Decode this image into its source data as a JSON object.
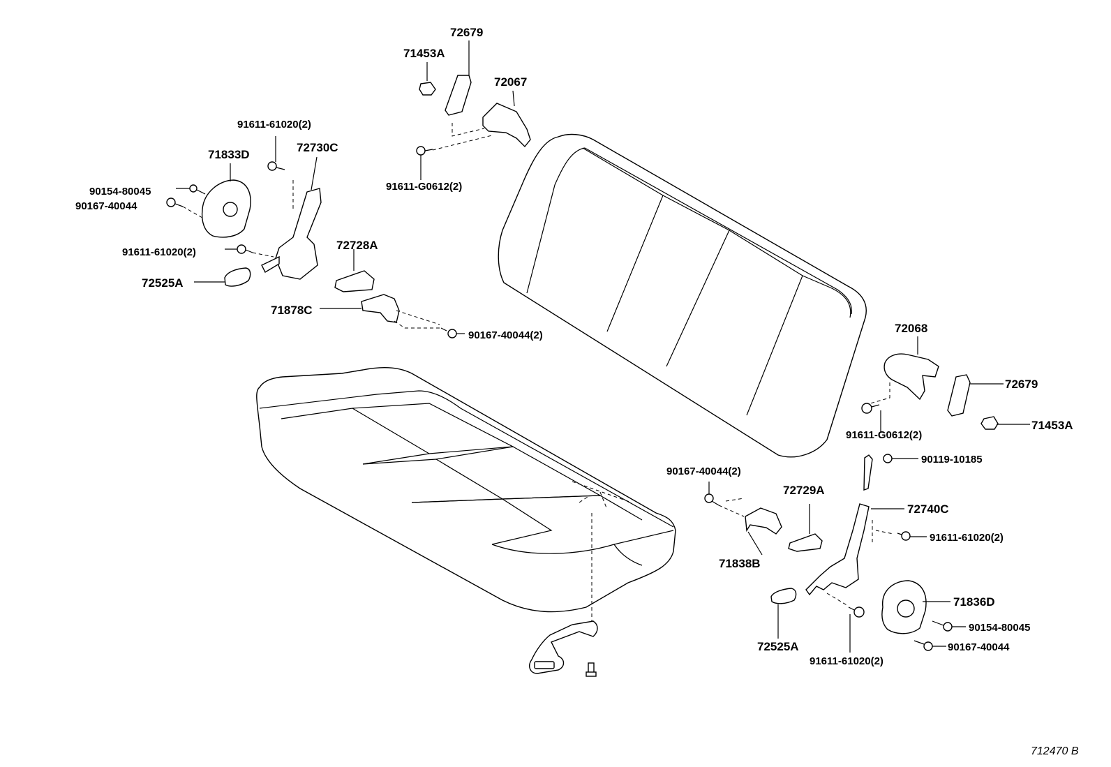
{
  "labels": {
    "p72679_top": "72679",
    "p71453a_top": "71453A",
    "p72067": "72067",
    "p91611_g0612_left": "91611-G0612(2)",
    "p91611_61020_a": "91611-61020(2)",
    "p72730c": "72730C",
    "p71833d": "71833D",
    "p90154_80045_left": "90154-80045",
    "p90167_40044_left": "90167-40044",
    "p91611_61020_b": "91611-61020(2)",
    "p72728a": "72728A",
    "p72525a_left": "72525A",
    "p71878c": "71878C",
    "p90167_40044_mid": "90167-40044(2)",
    "p72068": "72068",
    "p72679_right": "72679",
    "p71453a_right": "71453A",
    "p91611_g0612_right": "91611-G0612(2)",
    "p90119_10185": "90119-10185",
    "p90167_40044_right_top": "90167-40044(2)",
    "p72729a": "72729A",
    "p72740c": "72740C",
    "p91611_61020_c": "91611-61020(2)",
    "p71838b": "71838B",
    "p71836d": "71836D",
    "p90154_80045_right": "90154-80045",
    "p90167_40044_right": "90167-40044",
    "p72525a_right": "72525A",
    "p91611_61020_d": "91611-61020(2)"
  },
  "diagram_code": "712470 B"
}
